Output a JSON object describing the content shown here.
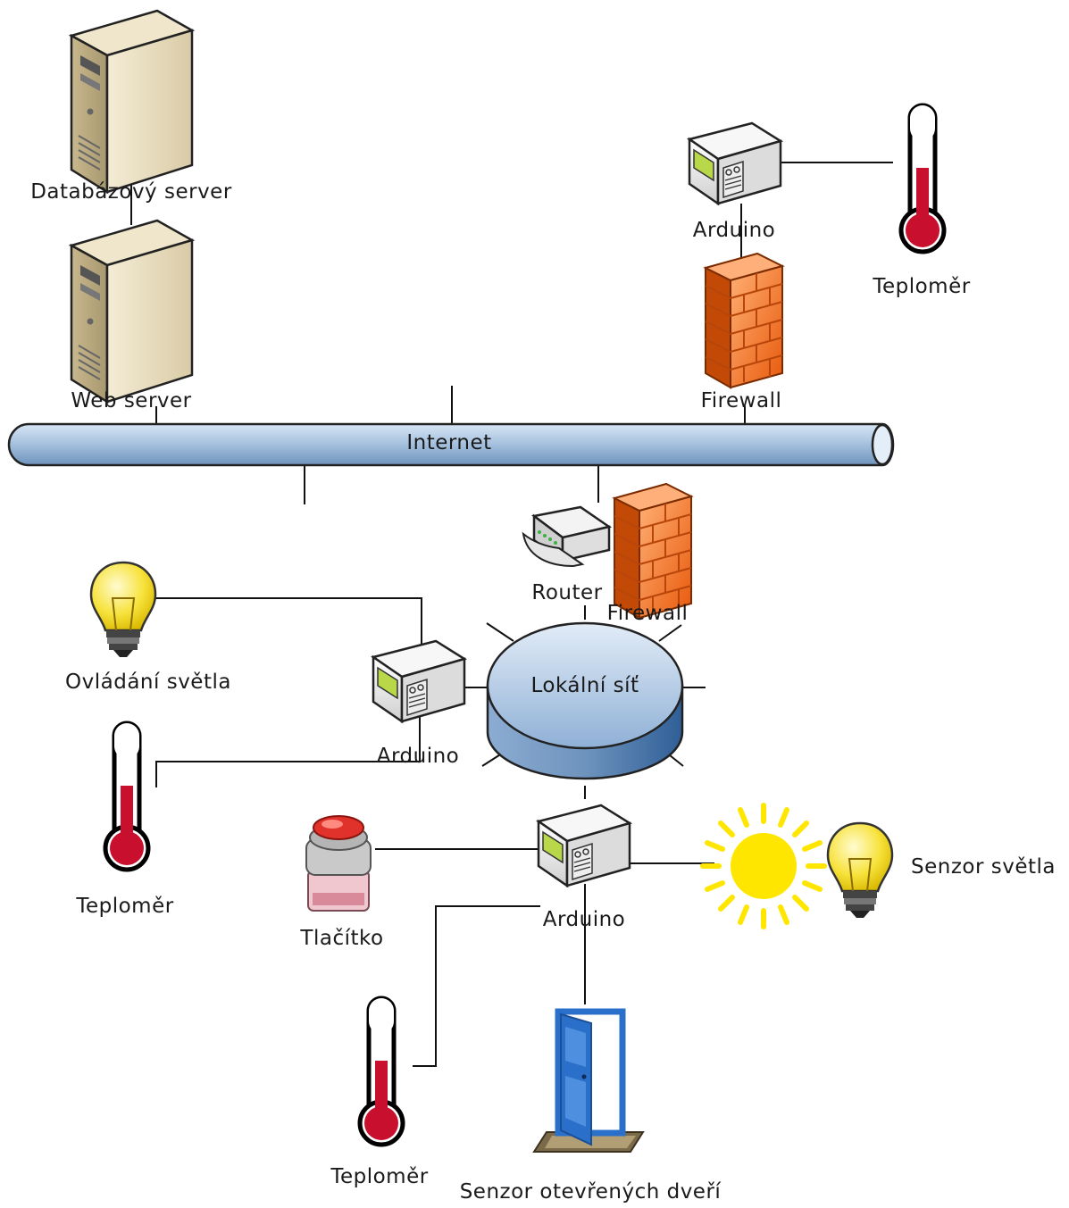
{
  "labels": {
    "db_server": "Databázový server",
    "web_server": "Web server",
    "arduino_top": "Arduino",
    "thermo_top": "Teploměr",
    "firewall_top": "Firewall",
    "internet": "Internet",
    "router": "Router",
    "firewall_local": "Firewall",
    "light_control": "Ovládání světla",
    "local_network": "Lokální síť",
    "arduino_left": "Arduino",
    "thermo_left": "Teploměr",
    "button": "Tlačítko",
    "arduino_bottom": "Arduino",
    "light_sensor": "Senzor světla",
    "thermo_bottom": "Teploměr",
    "door_sensor": "Senzor otevřených dveří"
  },
  "icons": {
    "server": "server-icon",
    "arduino": "arduino-icon",
    "thermometer": "thermometer-icon",
    "firewall": "firewall-icon",
    "router": "router-icon",
    "bulb": "light-bulb-icon",
    "sun": "sun-icon",
    "button": "push-button-icon",
    "door": "door-icon",
    "network": "network-disk-icon"
  },
  "colors": {
    "pipe": "#a9c4e0",
    "firewall": "#f2711c",
    "thermo_red": "#c8102e",
    "bulb": "#f7e23b",
    "sun": "#ffe600",
    "door": "#2a6fc9"
  }
}
